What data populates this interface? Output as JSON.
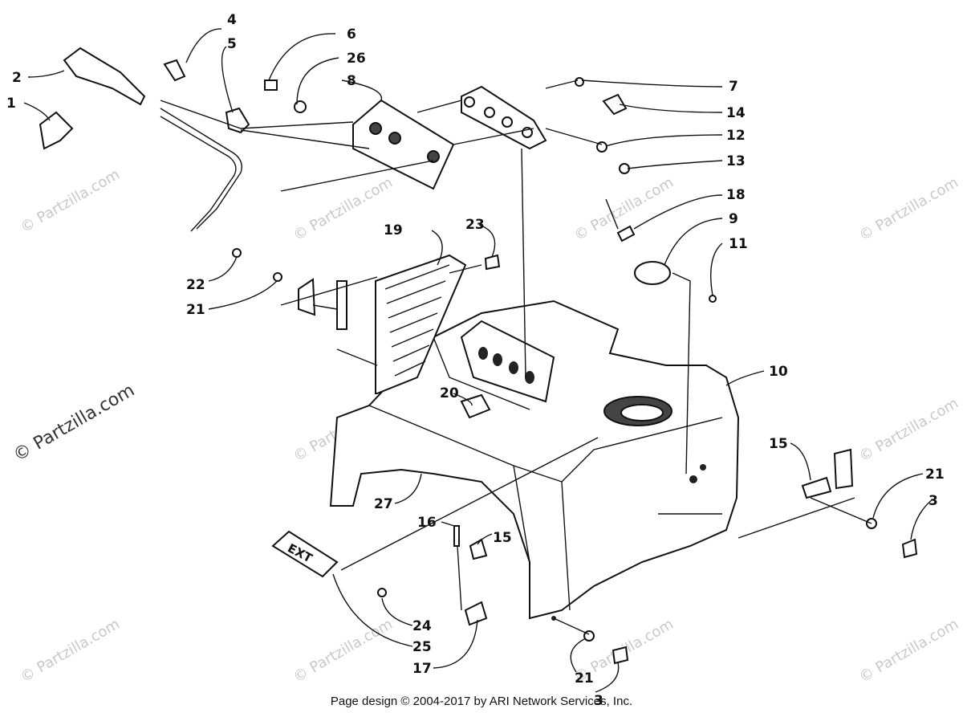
{
  "diagram": {
    "callouts": [
      {
        "id": "c1",
        "label": "1"
      },
      {
        "id": "c2",
        "label": "2"
      },
      {
        "id": "c3a",
        "label": "3"
      },
      {
        "id": "c3b",
        "label": "3"
      },
      {
        "id": "c4",
        "label": "4"
      },
      {
        "id": "c5",
        "label": "5"
      },
      {
        "id": "c6",
        "label": "6"
      },
      {
        "id": "c7",
        "label": "7"
      },
      {
        "id": "c8",
        "label": "8"
      },
      {
        "id": "c9",
        "label": "9"
      },
      {
        "id": "c10",
        "label": "10"
      },
      {
        "id": "c11",
        "label": "11"
      },
      {
        "id": "c12",
        "label": "12"
      },
      {
        "id": "c13",
        "label": "13"
      },
      {
        "id": "c14",
        "label": "14"
      },
      {
        "id": "c15a",
        "label": "15"
      },
      {
        "id": "c15b",
        "label": "15"
      },
      {
        "id": "c16",
        "label": "16"
      },
      {
        "id": "c17",
        "label": "17"
      },
      {
        "id": "c18",
        "label": "18"
      },
      {
        "id": "c19",
        "label": "19"
      },
      {
        "id": "c20",
        "label": "20"
      },
      {
        "id": "c21a",
        "label": "21"
      },
      {
        "id": "c21b",
        "label": "21"
      },
      {
        "id": "c21c",
        "label": "21"
      },
      {
        "id": "c22",
        "label": "22"
      },
      {
        "id": "c23",
        "label": "23"
      },
      {
        "id": "c24",
        "label": "24"
      },
      {
        "id": "c25",
        "label": "25"
      },
      {
        "id": "c26",
        "label": "26"
      },
      {
        "id": "c27",
        "label": "27"
      }
    ],
    "badge_text": "EXT",
    "watermark_text": "© Partzilla.com",
    "footer_text": "Page design © 2004-2017 by ARI Network Services, Inc."
  }
}
